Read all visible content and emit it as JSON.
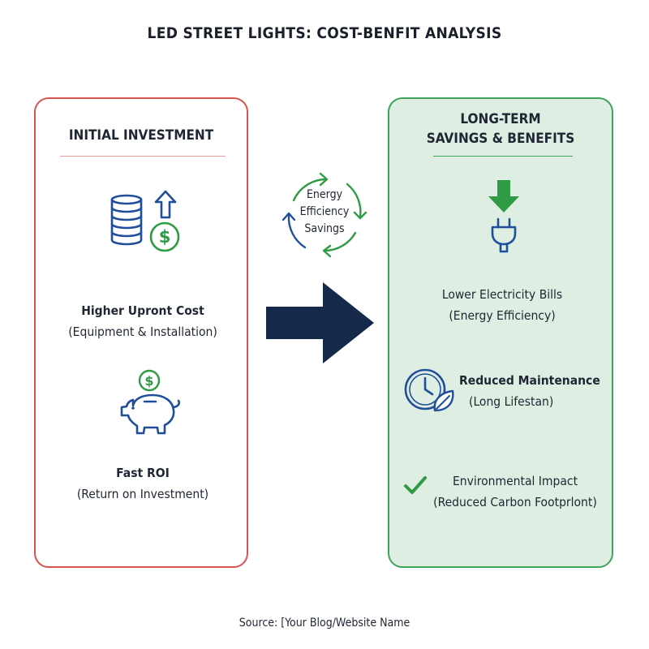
{
  "title": "LED STREET LIGHTS: COST-BENFIT ANALYSIS",
  "left_panel": {
    "heading": "INITIAL INVESTMENT",
    "item1": {
      "title": "Higher Upront Cost",
      "subtitle": "(Equipment & Installation)"
    },
    "item2": {
      "title": "Fast ROI",
      "subtitle": "(Return on Investment)"
    }
  },
  "cycle_label": [
    "Energy",
    "Efficiency",
    "Savings"
  ],
  "right_panel": {
    "heading_line1": "LONG-TERM",
    "heading_line2": "SAVINGS & BENEFITS",
    "item1": {
      "title": "Lower Electricity Bills",
      "subtitle": "(Energy Efficiency)"
    },
    "item2": {
      "title": "Reduced Maintenance",
      "subtitle": "(Long Lifestan)"
    },
    "item3": {
      "title": "Environmental Impact",
      "subtitle": "(Reduced Carbon Footprlont)"
    }
  },
  "source": "Source: [Your Blog/Website Name",
  "colors": {
    "left_border": "#d9534f",
    "right_border": "#3fa35a",
    "right_fill": "#dfeee2",
    "icon_blue": "#1f4f9a",
    "icon_green": "#2f9b45",
    "arrow_navy": "#15294a"
  }
}
